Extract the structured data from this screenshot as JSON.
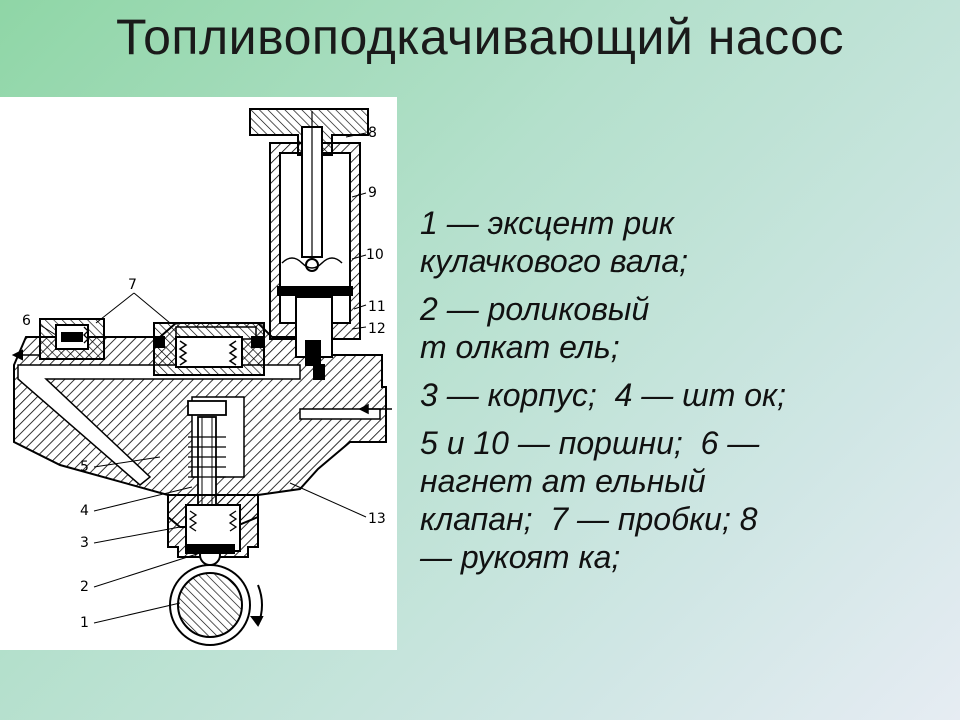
{
  "title": "Топливоподкачивающий насос",
  "legend": [
    [
      "1 — эксцент рик",
      "кулачкового вала;"
    ],
    [
      "2 — роликовый",
      "т олкат ель;"
    ],
    [
      "3 — корпус;  4 — шт ок;"
    ],
    [
      "5 и 10 — поршни;  6 —",
      "нагнет ат ельный",
      "клапан;  7 — пробки; 8",
      "— рукоят ка;"
    ]
  ],
  "callouts": [
    "1",
    "2",
    "3",
    "4",
    "5",
    "6",
    "7",
    "8",
    "9",
    "10",
    "11",
    "12",
    "13"
  ]
}
